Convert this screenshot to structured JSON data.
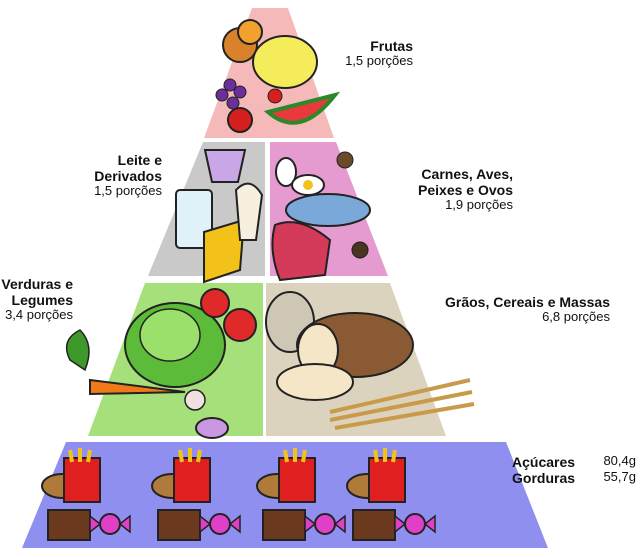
{
  "pyramid": {
    "colors": {
      "fruits": "#f6b9b9",
      "dairy": "#c9c9c9",
      "meat": "#e59ad0",
      "vegetables": "#a6e07a",
      "grains": "#dcd3bf",
      "sugar_fat": "#8f8ff0"
    },
    "tiers": [
      {
        "id": "fruits",
        "name": "Frutas",
        "portion": "1,5 porções"
      },
      {
        "id": "dairy",
        "name": "Leite e\nDerivados",
        "portion": "1,5 porções"
      },
      {
        "id": "meat",
        "name": "Carnes, Aves,\nPeixes e Ovos",
        "portion": "1,9 porções"
      },
      {
        "id": "vegetables",
        "name": "Verduras e\nLegumes",
        "portion": "3,4 porções"
      },
      {
        "id": "grains",
        "name": "Grãos, Cereais e Massas",
        "portion": "6,8 porções"
      }
    ],
    "base": [
      {
        "name": "Açúcares",
        "amount": "80,4g"
      },
      {
        "name": "Gorduras",
        "amount": "55,7g"
      }
    ]
  }
}
